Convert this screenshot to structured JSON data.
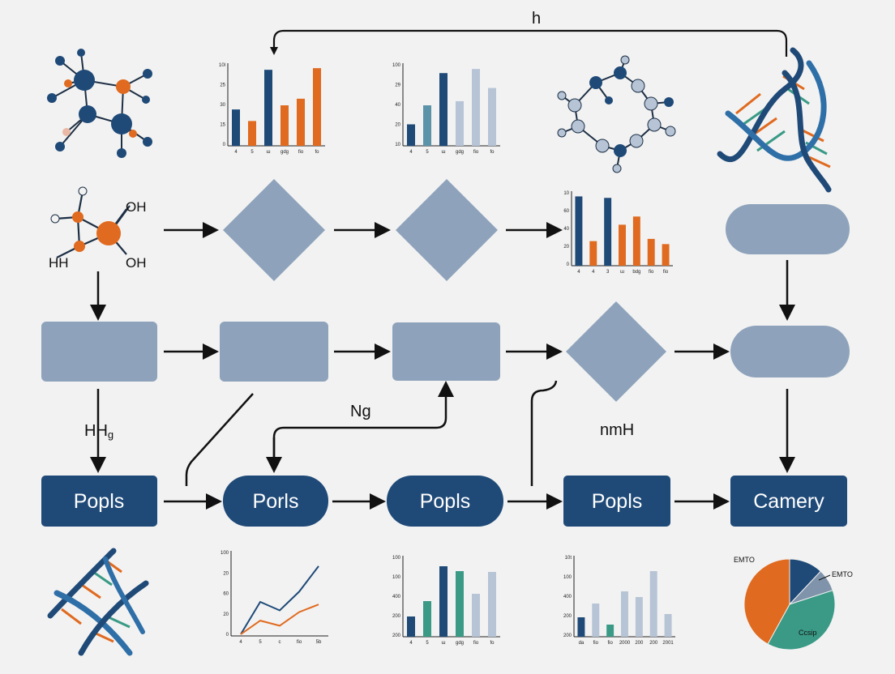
{
  "colors": {
    "navy": "#1f4a78",
    "orange": "#e06a1f",
    "teal": "#3a9a86",
    "slate": "#8ea3bb",
    "lightslate": "#b6c4d6",
    "bg": "#f2f2f2"
  },
  "labels": {
    "top_loop": "h",
    "mid_loop": "Ng",
    "mid_right": "nmH",
    "left_mid": "HH",
    "left_mid_sub": "g",
    "oh1": "OH",
    "oh2": "OH",
    "hh": "HH"
  },
  "nodes": {
    "n1": "Popls",
    "n2": "Porls",
    "n3": "Popls",
    "n4": "Popls",
    "n5": "Camery"
  },
  "icons": [
    "molecule-icon",
    "ring-molecule-icon",
    "dna-helix-icon",
    "hydroxyl-molecule-icon"
  ],
  "chart_data": [
    {
      "type": "bar",
      "yticks": [
        "10l",
        "25",
        "30",
        "15",
        "0"
      ],
      "categories": [
        "4",
        "5",
        "ɯ",
        "gdg",
        "fio",
        "fo"
      ],
      "values": [
        44,
        30,
        92,
        49,
        57,
        94
      ],
      "ylim": [
        0,
        100
      ]
    },
    {
      "type": "bar",
      "yticks": [
        "100",
        "29",
        "40",
        "20",
        "10"
      ],
      "categories": [
        "4",
        "5",
        "ɯ",
        "gdg",
        "fio",
        "fo"
      ],
      "values": [
        26,
        49,
        88,
        54,
        93,
        70
      ],
      "ylim": [
        0,
        100
      ]
    },
    {
      "type": "bar",
      "yticks": [
        "10",
        "60",
        "40",
        "20",
        "0"
      ],
      "categories": [
        "4",
        "4",
        "3",
        "ɯ",
        "bdg",
        "fio",
        "fio"
      ],
      "values": [
        93,
        33,
        91,
        55,
        66,
        36,
        29
      ],
      "ylim": [
        0,
        100
      ]
    },
    {
      "type": "line",
      "yticks": [
        "100",
        "20",
        "60",
        "20",
        "0"
      ],
      "categories": [
        "4",
        "5",
        "c",
        "fio",
        "5b"
      ],
      "series": [
        {
          "values": [
            2,
            40,
            30,
            52,
            82
          ]
        },
        {
          "values": [
            2,
            18,
            12,
            28,
            37
          ]
        }
      ],
      "ylim": [
        0,
        100
      ]
    },
    {
      "type": "bar",
      "yticks": [
        "100",
        "100",
        "400",
        "200",
        "200"
      ],
      "categories": [
        "4",
        "5",
        "ɯ",
        "gdg",
        "fio",
        "fo"
      ],
      "values": [
        25,
        44,
        87,
        81,
        53,
        80
      ],
      "ylim": [
        0,
        100
      ]
    },
    {
      "type": "bar",
      "yticks": [
        "10t",
        "100",
        "400",
        "200",
        "200"
      ],
      "categories": [
        "da",
        "fio",
        "fio",
        "2000",
        "200",
        "200",
        "2001"
      ],
      "values": [
        24,
        41,
        15,
        56,
        49,
        81,
        28
      ],
      "ylim": [
        0,
        100
      ]
    },
    {
      "type": "pie",
      "labels": [
        "EMTO",
        "EMTO",
        "Ccsip"
      ],
      "values": [
        12,
        8,
        38,
        42
      ]
    }
  ]
}
